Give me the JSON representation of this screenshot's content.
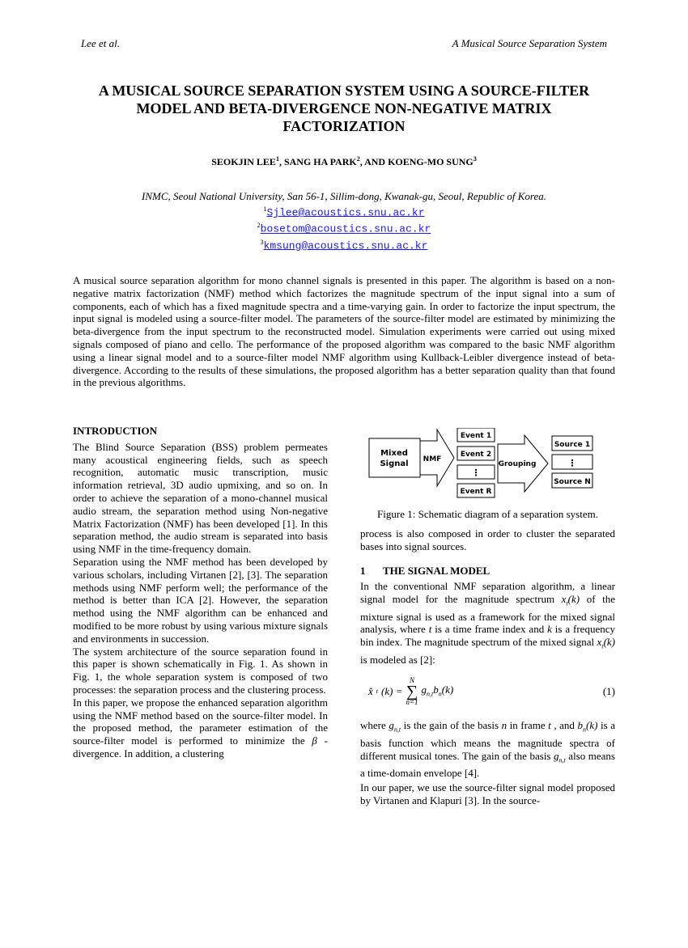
{
  "header": {
    "left": "Lee et al.",
    "right": "A Musical Source Separation System"
  },
  "title": {
    "line1": "A MUSICAL SOURCE SEPARATION SYSTEM USING A SOURCE-FILTER",
    "line2": "MODEL AND BETA-DIVERGENCE NON-NEGATIVE MATRIX",
    "line3": "FACTORIZATION"
  },
  "authors": {
    "a1": "SEOKJIN LEE",
    "a1_sup": "1",
    "sep1": ", ",
    "a2": "SANG HA PARK",
    "a2_sup": "2",
    "sep2": ", AND ",
    "a3": "KOENG-MO SUNG",
    "a3_sup": "3"
  },
  "affiliation": "INMC, Seoul National University, San 56-1, Sillim-dong, Kwanak-gu, Seoul, Republic of Korea.",
  "emails": [
    {
      "sup": "1",
      "address": "Sjlee@acoustics.snu.ac.kr"
    },
    {
      "sup": "2",
      "address": "bosetom@acoustics.snu.ac.kr"
    },
    {
      "sup": "3",
      "address": "kmsung@acoustics.snu.ac.kr"
    }
  ],
  "abstract": "A musical source separation algorithm for mono channel signals is presented in this paper. The algorithm is based on a non-negative matrix factorization (NMF) method which factorizes the magnitude spectrum of the input signal into a sum of components, each of which has a fixed magnitude spectra and a time-varying gain. In order to factorize the input spectrum, the input signal is modeled using a source-filter model. The parameters of the source-filter model are estimated by minimizing the beta-divergence from the input spectrum to the reconstructed model. Simulation experiments were carried out using mixed signals composed of piano and cello. The performance of the proposed algorithm was compared to the basic NMF algorithm using a linear signal model and to a source-filter model NMF algorithm using Kullback-Leibler divergence instead of beta-divergence. According to the results of these simulations, the proposed algorithm has a better separation quality than that found in the previous algorithms.",
  "intro": {
    "heading": "INTRODUCTION",
    "p1": "The Blind Source Separation (BSS) problem permeates many acoustical engineering fields, such as speech recognition, automatic music transcription, music information retrieval, 3D audio upmixing, and so on. In order to achieve the separation of a mono-channel musical audio stream, the separation method using Non-negative Matrix Factorization (NMF) has been developed [1]. In this separation method, the audio stream is separated into basis using NMF in the time-frequency domain.",
    "p2": "Separation using the NMF method has been developed by various scholars, including Virtanen [2], [3].  The separation methods using NMF perform well; the performance of the method is better than ICA [2]. However, the separation method using the NMF algorithm can be enhanced and modified to be more robust by using various mixture signals and environments in succession.",
    "p3": "The system architecture of the source separation found in this paper is shown schematically in Fig. 1. As shown in Fig. 1, the whole separation system is composed of two processes: the separation process and the clustering process.",
    "p4_a": "In this paper, we propose the enhanced separation algorithm using the NMF method based on the source-filter model. In the proposed method, the parameter estimation of the source-filter model is performed to minimize the ",
    "p4_beta": "β",
    "p4_b": " -divergence. In addition, a clustering"
  },
  "figure": {
    "mixed_line1": "Mixed",
    "mixed_line2": "Signal",
    "nmf": "NMF",
    "event1": "Event 1",
    "event2": "Event 2",
    "event_dots": "⋮",
    "eventR": "Event R",
    "grouping": "Grouping",
    "source1": "Source 1",
    "source_dots": "⋮",
    "sourceN": "Source N",
    "caption": "Figure 1: Schematic diagram of a separation system."
  },
  "right_col": {
    "cont": "process is also composed in order to cluster the separated bases into signal sources.",
    "sec_num": "1",
    "sec_title": "THE SIGNAL MODEL",
    "p1_a": "In the conventional NMF separation algorithm, a linear signal model for the magnitude spectrum ",
    "p1_x": "x",
    "p1_t": "t",
    "p1_k": "(k)",
    "p1_b": " of the mixture signal is used as a framework for the mixed signal analysis, where ",
    "p1_tvar": "t",
    "p1_c": " is a time frame index and ",
    "p1_kvar": "k",
    "p1_d": " is a frequency bin index. The magnitude spectrum of the mixed signal ",
    "p1_e": " is modeled as [2]:",
    "eq_lhs": "x̂",
    "eq_lhs_sub": "t",
    "eq_lhs_arg": "(k) =",
    "eq_sum_top": "N",
    "eq_sum": "∑",
    "eq_sum_bot": "n=1",
    "eq_g": "g",
    "eq_g_sub": "n,t",
    "eq_b": "b",
    "eq_b_sub": "n",
    "eq_b_arg": "(k)",
    "eq_num": "(1)",
    "p2_a": "where ",
    "p2_g": "g",
    "p2_gsub": "n,t",
    "p2_b": " is the gain of the basis ",
    "p2_n": "n",
    "p2_c": " in frame ",
    "p2_t": "t",
    "p2_d": " , and ",
    "p2_bn": "b",
    "p2_bnsub": "n",
    "p2_bnarg": "(k)",
    "p2_e": " is a basis function which means the magnitude spectra of different musical tones. The gain of the basis ",
    "p2_f": " also means a time-domain envelope [4].",
    "p3": "In our paper, we use the source-filter signal model proposed by Virtanen and Klapuri [3]. In the source-"
  }
}
